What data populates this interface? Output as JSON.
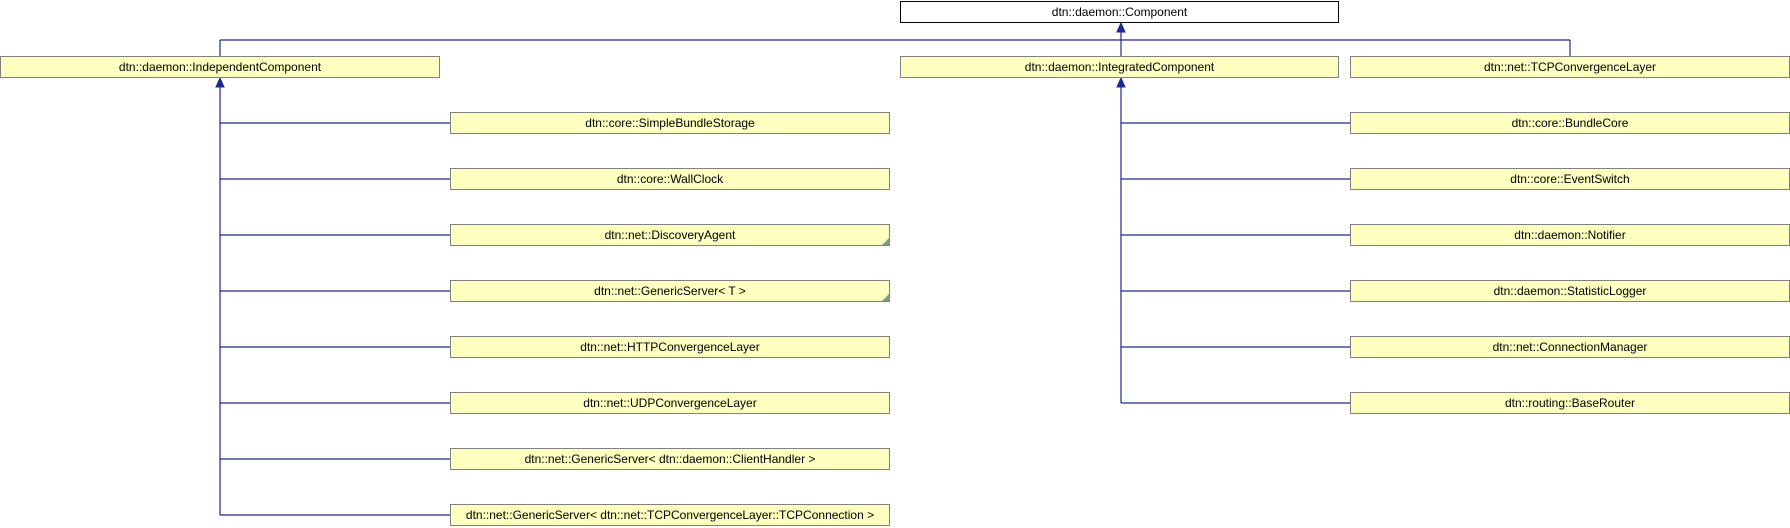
{
  "root": {
    "label": "dtn::daemon::Component"
  },
  "independent": {
    "label": "dtn::daemon::IndependentComponent",
    "children": [
      {
        "label": "dtn::core::SimpleBundleStorage",
        "folded": false
      },
      {
        "label": "dtn::core::WallClock",
        "folded": false
      },
      {
        "label": "dtn::net::DiscoveryAgent",
        "folded": true
      },
      {
        "label": "dtn::net::GenericServer< T >",
        "folded": true
      },
      {
        "label": "dtn::net::HTTPConvergenceLayer",
        "folded": false
      },
      {
        "label": "dtn::net::UDPConvergenceLayer",
        "folded": false
      },
      {
        "label": "dtn::net::GenericServer< dtn::daemon::ClientHandler >",
        "folded": false
      },
      {
        "label": "dtn::net::GenericServer< dtn::net::TCPConvergenceLayer::TCPConnection >",
        "folded": false
      }
    ]
  },
  "integrated": {
    "label": "dtn::daemon::IntegratedComponent",
    "children": [
      {
        "label": "dtn::core::BundleCore",
        "folded": false
      },
      {
        "label": "dtn::core::EventSwitch",
        "folded": false
      },
      {
        "label": "dtn::daemon::Notifier",
        "folded": false
      },
      {
        "label": "dtn::daemon::StatisticLogger",
        "folded": false
      },
      {
        "label": "dtn::net::ConnectionManager",
        "folded": false
      },
      {
        "label": "dtn::routing::BaseRouter",
        "folded": false
      }
    ]
  },
  "tcp_layer": {
    "label": "dtn::net::TCPConvergenceLayer"
  },
  "colors": {
    "node_fill": "#ffffc0",
    "node_border": "#808080",
    "edge": "#1a2a8f"
  }
}
